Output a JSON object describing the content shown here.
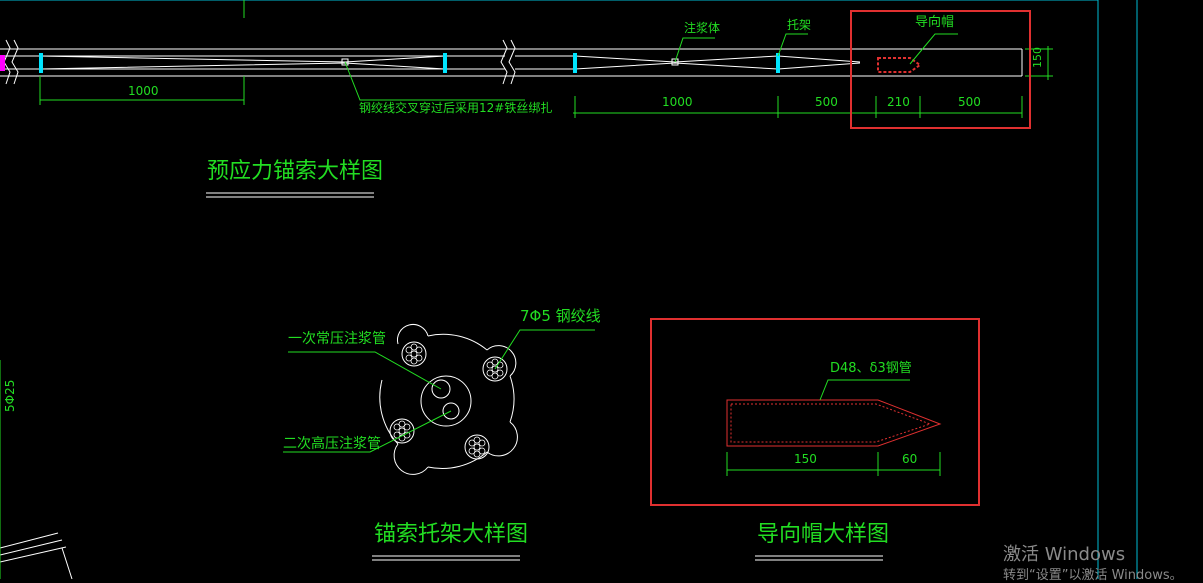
{
  "anchor_detail": {
    "dims": {
      "d1000_left": "1000",
      "d1000_right": "1000",
      "d500_a": "500",
      "d210": "210",
      "d500_b": "500",
      "d150_vert": "150"
    },
    "labels": {
      "grout_body": "注浆体",
      "bracket": "托架",
      "guide_cap": "导向帽",
      "strand_tie_note": "钢绞线交叉穿过后采用12#铁丝绑扎"
    },
    "title": "预应力锚索大样图"
  },
  "bracket_detail": {
    "labels": {
      "strand": "7Φ5 钢绞线",
      "primary_pipe": "一次常压注浆管",
      "secondary_pipe": "二次高压注浆管"
    },
    "title": "锚索托架大样图"
  },
  "cap_detail": {
    "labels": {
      "steel_pipe": "D48、δ3钢管"
    },
    "dims": {
      "d150": "150",
      "d60": "60"
    },
    "title": "导向帽大样图"
  },
  "left_edge": {
    "label": "5Φ25"
  },
  "colors": {
    "background": "#000000",
    "line": "#ffffff",
    "dimension": "#22dd22",
    "highlight": "#e03030",
    "spacer": "#00e5ff",
    "border": "#00bcd4"
  },
  "watermark": {
    "line1": "激活 Windows",
    "line2": "转到“设置”以激活 Windows。"
  }
}
